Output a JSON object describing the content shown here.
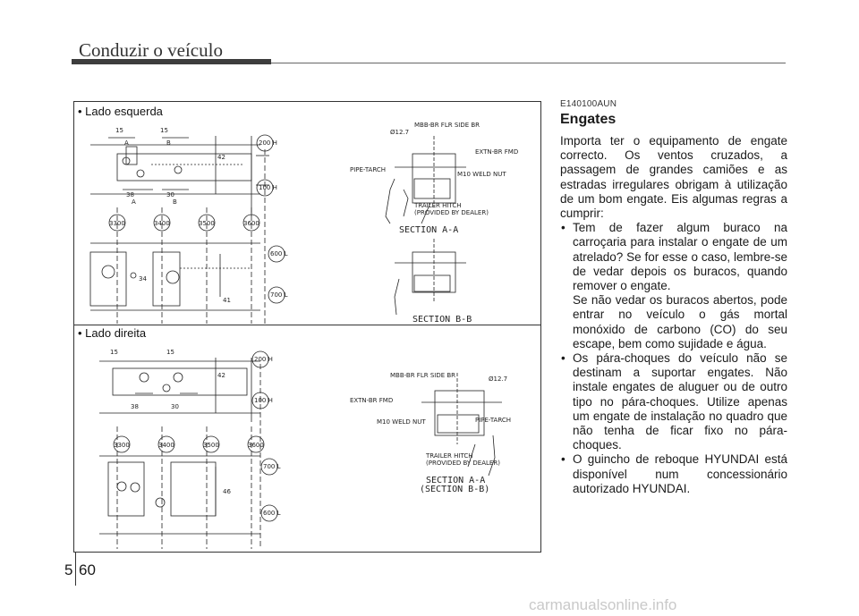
{
  "header": {
    "title": "Conduzir o veículo"
  },
  "figure": {
    "left_label": "• Lado esquerda",
    "right_label": "• Lado direita",
    "left_dims": [
      "15",
      "15",
      "42",
      "38",
      "30",
      "A",
      "B",
      "A",
      "B",
      "34",
      "41"
    ],
    "left_circles": [
      "200 H",
      "100 H",
      "3300",
      "3400",
      "3500",
      "3600",
      "600 L",
      "700 L"
    ],
    "left_notes": [
      "Ø12.7",
      "MBB-BR FLR SIDE BR",
      "EXTN-BR FMD",
      "PIPE-TARCH",
      "M10 WELD NUT",
      "TRAILER HITCH",
      "(PROVIDED BY DEALER)",
      "SECTION A-A",
      "SECTION B-B"
    ],
    "right_dims": [
      "15",
      "15",
      "42",
      "38",
      "30",
      "46"
    ],
    "right_circles": [
      "200 H",
      "100 H",
      "3300",
      "3400",
      "3500",
      "3600",
      "700 L",
      "600 L"
    ],
    "right_notes": [
      "Ø12.7",
      "MBB-BR FLR SIDE BR",
      "EXTN-BR FMD",
      "PIPE-TARCH",
      "M10 WELD NUT",
      "TRAILER HITCH",
      "(PROVIDED BY DEALER)",
      "SECTION A-A",
      "(SECTION B-B)"
    ]
  },
  "article": {
    "code": "E140100AUN",
    "title": "Engates",
    "intro": "Importa ter o equipamento de engate correcto. Os ventos cruzados, a passagem de grandes camiões e as estradas irregulares obrigam à utilização de um bom engate. Eis algumas regras a cumprir:",
    "bullets": [
      {
        "text": "Tem de fazer algum buraco na carroçaria para instalar o engate de um atrelado? Se for esse o caso, lembre-se de vedar depois os buracos, quando remover o engate.",
        "extra": "Se não vedar os buracos abertos, pode entrar no veículo o gás mortal monóxido de carbono (CO) do seu escape, bem como sujidade e água."
      },
      {
        "text": "Os pára-choques do veículo não se destinam a suportar engates. Não instale engates de aluguer ou de outro tipo no pára-choques. Utilize apenas um engate de instalação no quadro que não tenha de ficar fixo no pára-choques.",
        "extra": ""
      },
      {
        "text": "O guincho de reboque HYUNDAI está disponível num concessionário autorizado HYUNDAI.",
        "extra": ""
      }
    ]
  },
  "footer": {
    "section": "5",
    "page": "60",
    "watermark": "carmanualsonline.info"
  }
}
